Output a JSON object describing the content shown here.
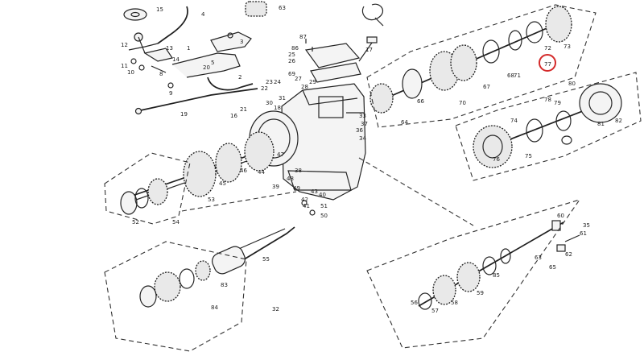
{
  "callouts": [
    {
      "id": "c1",
      "text": "15"
    },
    {
      "id": "c2",
      "text": "4"
    },
    {
      "id": "c3",
      "text": "63"
    },
    {
      "id": "c4",
      "text": "12"
    },
    {
      "id": "c5",
      "text": "13"
    },
    {
      "id": "c6",
      "text": "14"
    },
    {
      "id": "c7",
      "text": "11"
    },
    {
      "id": "c8",
      "text": "10"
    },
    {
      "id": "c9",
      "text": "8"
    },
    {
      "id": "c10",
      "text": "9"
    },
    {
      "id": "c11",
      "text": "20"
    },
    {
      "id": "c12",
      "text": "1"
    },
    {
      "id": "c13",
      "text": "2"
    },
    {
      "id": "c14",
      "text": "3"
    },
    {
      "id": "c15",
      "text": "5"
    },
    {
      "id": "c16",
      "text": "19"
    },
    {
      "id": "c17",
      "text": "87"
    },
    {
      "id": "c18",
      "text": "86"
    },
    {
      "id": "c19",
      "text": "25"
    },
    {
      "id": "c20",
      "text": "26"
    },
    {
      "id": "c21",
      "text": "69"
    },
    {
      "id": "c22",
      "text": "23"
    },
    {
      "id": "c23",
      "text": "24"
    },
    {
      "id": "c24",
      "text": "22"
    },
    {
      "id": "c25",
      "text": "27"
    },
    {
      "id": "c26",
      "text": "28"
    },
    {
      "id": "c27",
      "text": "29"
    },
    {
      "id": "c28",
      "text": "30"
    },
    {
      "id": "c29",
      "text": "18"
    },
    {
      "id": "c30",
      "text": "21"
    },
    {
      "id": "c31",
      "text": "16"
    },
    {
      "id": "c32",
      "text": "31"
    },
    {
      "id": "c33",
      "text": "33"
    },
    {
      "id": "c34",
      "text": "44"
    },
    {
      "id": "c35",
      "text": "45"
    },
    {
      "id": "c36",
      "text": "46"
    },
    {
      "id": "c37",
      "text": "47"
    },
    {
      "id": "c38",
      "text": "48"
    },
    {
      "id": "c39",
      "text": "49"
    },
    {
      "id": "c40",
      "text": "50"
    },
    {
      "id": "c41",
      "text": "51"
    },
    {
      "id": "c42",
      "text": "38"
    },
    {
      "id": "c43",
      "text": "39"
    },
    {
      "id": "c44",
      "text": "40"
    },
    {
      "id": "c45",
      "text": "41"
    },
    {
      "id": "c46",
      "text": "42"
    },
    {
      "id": "c47",
      "text": "43"
    },
    {
      "id": "c48",
      "text": "34"
    },
    {
      "id": "c49",
      "text": "36"
    },
    {
      "id": "c50",
      "text": "37"
    },
    {
      "id": "c51",
      "text": "52"
    },
    {
      "id": "c52",
      "text": "53"
    },
    {
      "id": "c53",
      "text": "54"
    },
    {
      "id": "c54",
      "text": "55"
    },
    {
      "id": "c55",
      "text": "17"
    },
    {
      "id": "c56",
      "text": "64"
    },
    {
      "id": "c57",
      "text": "66"
    },
    {
      "id": "c58",
      "text": "67"
    },
    {
      "id": "c59",
      "text": "68"
    },
    {
      "id": "c60",
      "text": "70"
    },
    {
      "id": "c61",
      "text": "71"
    },
    {
      "id": "c62",
      "text": "72"
    },
    {
      "id": "c63",
      "text": "73"
    },
    {
      "id": "c64",
      "text": "77"
    },
    {
      "id": "c65",
      "text": "78"
    },
    {
      "id": "c66",
      "text": "79"
    },
    {
      "id": "c67",
      "text": "80"
    },
    {
      "id": "c68",
      "text": "81"
    },
    {
      "id": "c69",
      "text": "82"
    },
    {
      "id": "c70",
      "text": "74"
    },
    {
      "id": "c71",
      "text": "75"
    },
    {
      "id": "c72",
      "text": "76"
    },
    {
      "id": "c73",
      "text": "60"
    },
    {
      "id": "c74",
      "text": "61"
    },
    {
      "id": "c75",
      "text": "62"
    },
    {
      "id": "c76",
      "text": "63"
    },
    {
      "id": "c77",
      "text": "65"
    },
    {
      "id": "c78",
      "text": "56"
    },
    {
      "id": "c79",
      "text": "57"
    },
    {
      "id": "c80",
      "text": "58"
    },
    {
      "id": "c81",
      "text": "59"
    },
    {
      "id": "c82",
      "text": "85"
    },
    {
      "id": "c83",
      "text": "84"
    },
    {
      "id": "c84",
      "text": "83"
    },
    {
      "id": "c85",
      "text": "32"
    },
    {
      "id": "c86",
      "text": "35"
    }
  ],
  "highlight": {
    "part": "77",
    "color": "#d42a2a"
  },
  "colors": {
    "ink": "#222222",
    "paper": "#ffffff"
  }
}
